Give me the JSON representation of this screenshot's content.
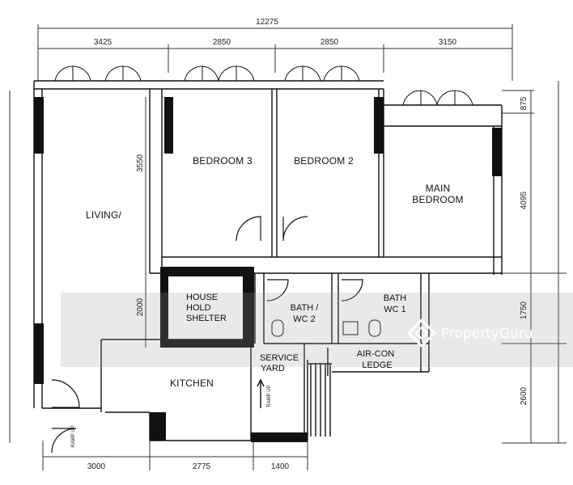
{
  "dimensions": {
    "top_total": "12275",
    "top_segments": [
      "3425",
      "2850",
      "2850",
      "3150"
    ],
    "bottom_segments": [
      "3000",
      "2775",
      "1400"
    ],
    "left_living": "3550",
    "left_shelter": "2000",
    "right_segments": [
      "875",
      "4095",
      "1750",
      "2600"
    ]
  },
  "rooms": {
    "living": "LIVING/",
    "bedroom3": "BEDROOM 3",
    "bedroom2": "BEDROOM 2",
    "main_bedroom": [
      "MAIN",
      "BEDROOM"
    ],
    "household_shelter": [
      "HOUSE",
      "HOLD",
      "SHELTER"
    ],
    "bath_wc2": [
      "BATH /",
      "WC 2"
    ],
    "bath_wc1": [
      "BATH",
      "WC 1"
    ],
    "service_yard": [
      "SERVICE",
      "YARD"
    ],
    "aircon_ledge": [
      "AIR-CON",
      "LEDGE"
    ],
    "kitchen": "KITCHEN"
  },
  "labels": {
    "ramp_up": "RAMP UP"
  },
  "watermark": {
    "brand": "PropertyGuru",
    "logo_icon": "diamond-logo-icon"
  },
  "colors": {
    "wall": "#111111",
    "watermark_band": "#9a9a9a"
  }
}
